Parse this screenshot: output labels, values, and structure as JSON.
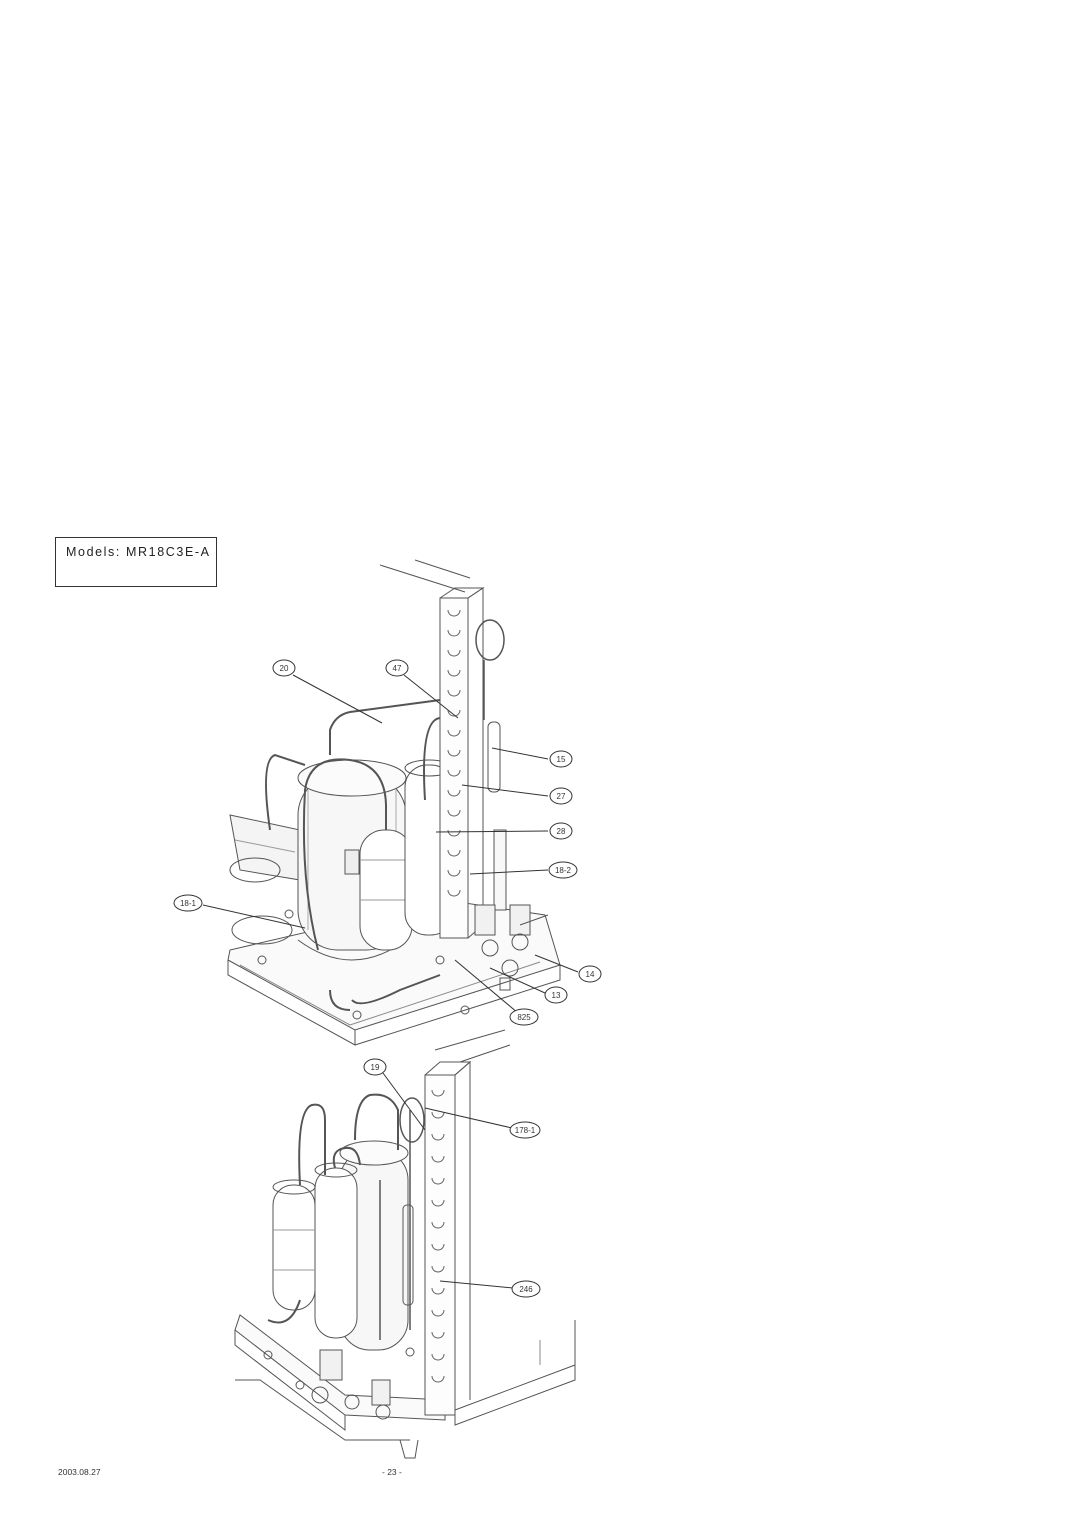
{
  "model_label": "Models: MR18C3E-A",
  "callouts_top": [
    "20",
    "47",
    "15",
    "27",
    "28",
    "18-2",
    "18-1",
    "14",
    "13",
    "825"
  ],
  "callouts_bottom": [
    "19",
    "178-1",
    "246"
  ],
  "footer": {
    "date": "2003.08.27",
    "page": "- 23 -"
  }
}
